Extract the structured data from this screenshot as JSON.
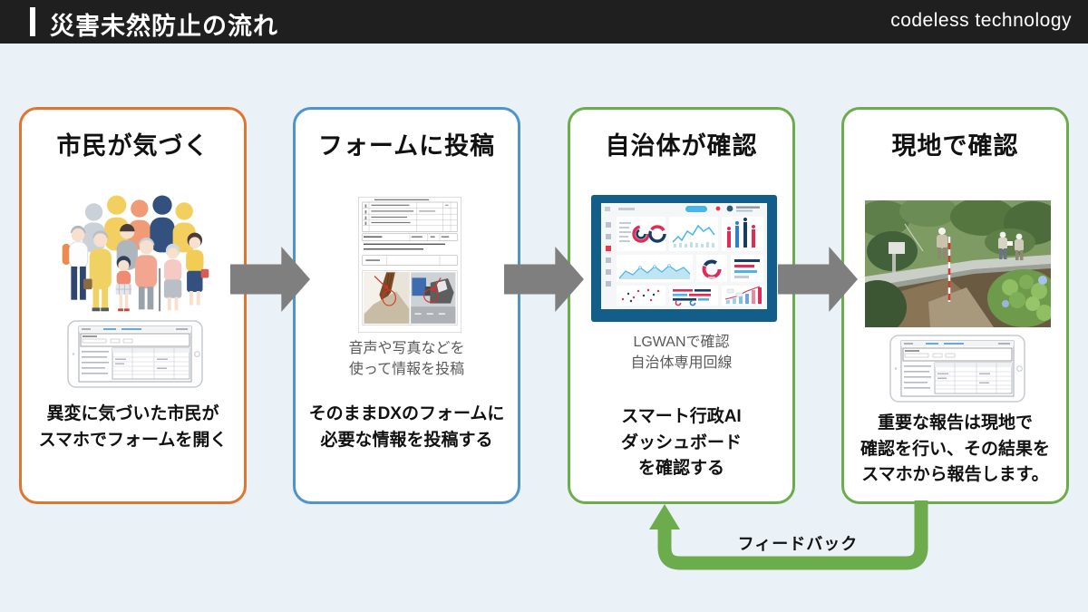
{
  "header": {
    "title": "災害未然防止の流れ",
    "brand": "codeless technology"
  },
  "steps": [
    {
      "title": "市民が気づく",
      "caption": "",
      "description": "異変に気づいた市民が\nスマホでフォームを開く",
      "accent_color": "#E2752E",
      "images": [
        "citizens-group-illustration",
        "tablet-form"
      ]
    },
    {
      "title": "フォームに投稿",
      "caption": "音声や写真などを\n使って情報を投稿",
      "description": "そのままDXのフォームに\n必要な情報を投稿する",
      "accent_color": "#4E94CE",
      "images": [
        "report-document"
      ]
    },
    {
      "title": "自治体が確認",
      "caption": "LGWANで確認\n自治体専用回線",
      "description": "スマート行政AI\nダッシュボード\nを確認する",
      "accent_color": "#6CAC4D",
      "images": [
        "ai-dashboard"
      ]
    },
    {
      "title": "現地で確認",
      "caption": "",
      "description": "重要な報告は現地で\n確認を行い、その結果を\nスマホから報告します。",
      "accent_color": "#6CAC4D",
      "images": [
        "site-inspection-photo",
        "tablet-form"
      ]
    }
  ],
  "feedback": {
    "label": "フィードバック",
    "color": "#6CAC4D"
  },
  "colors": {
    "background": "#EAF2F7",
    "header_bg": "#1F1F1F",
    "card_bg": "#FFFFFF",
    "flow_arrow_gray": "#7F7F7F",
    "step1_border": "#E2752E",
    "step2_border": "#4E94CE",
    "step3_border": "#6CAC4D",
    "step4_border": "#6CAC4D",
    "feedback_green": "#6CAC4D"
  }
}
